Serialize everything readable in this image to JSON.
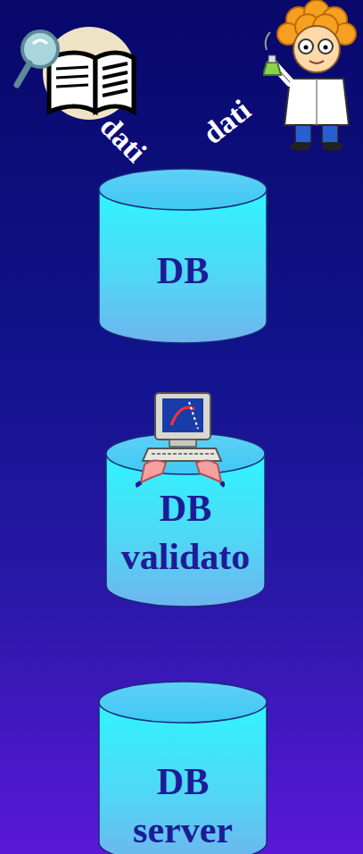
{
  "diagram": {
    "nodes": [
      {
        "text": [
          "DB"
        ]
      },
      {
        "text": [
          "DB validato"
        ]
      },
      {
        "text": [
          "DB server"
        ]
      }
    ],
    "labels": [
      "dati",
      "dati"
    ]
  }
}
